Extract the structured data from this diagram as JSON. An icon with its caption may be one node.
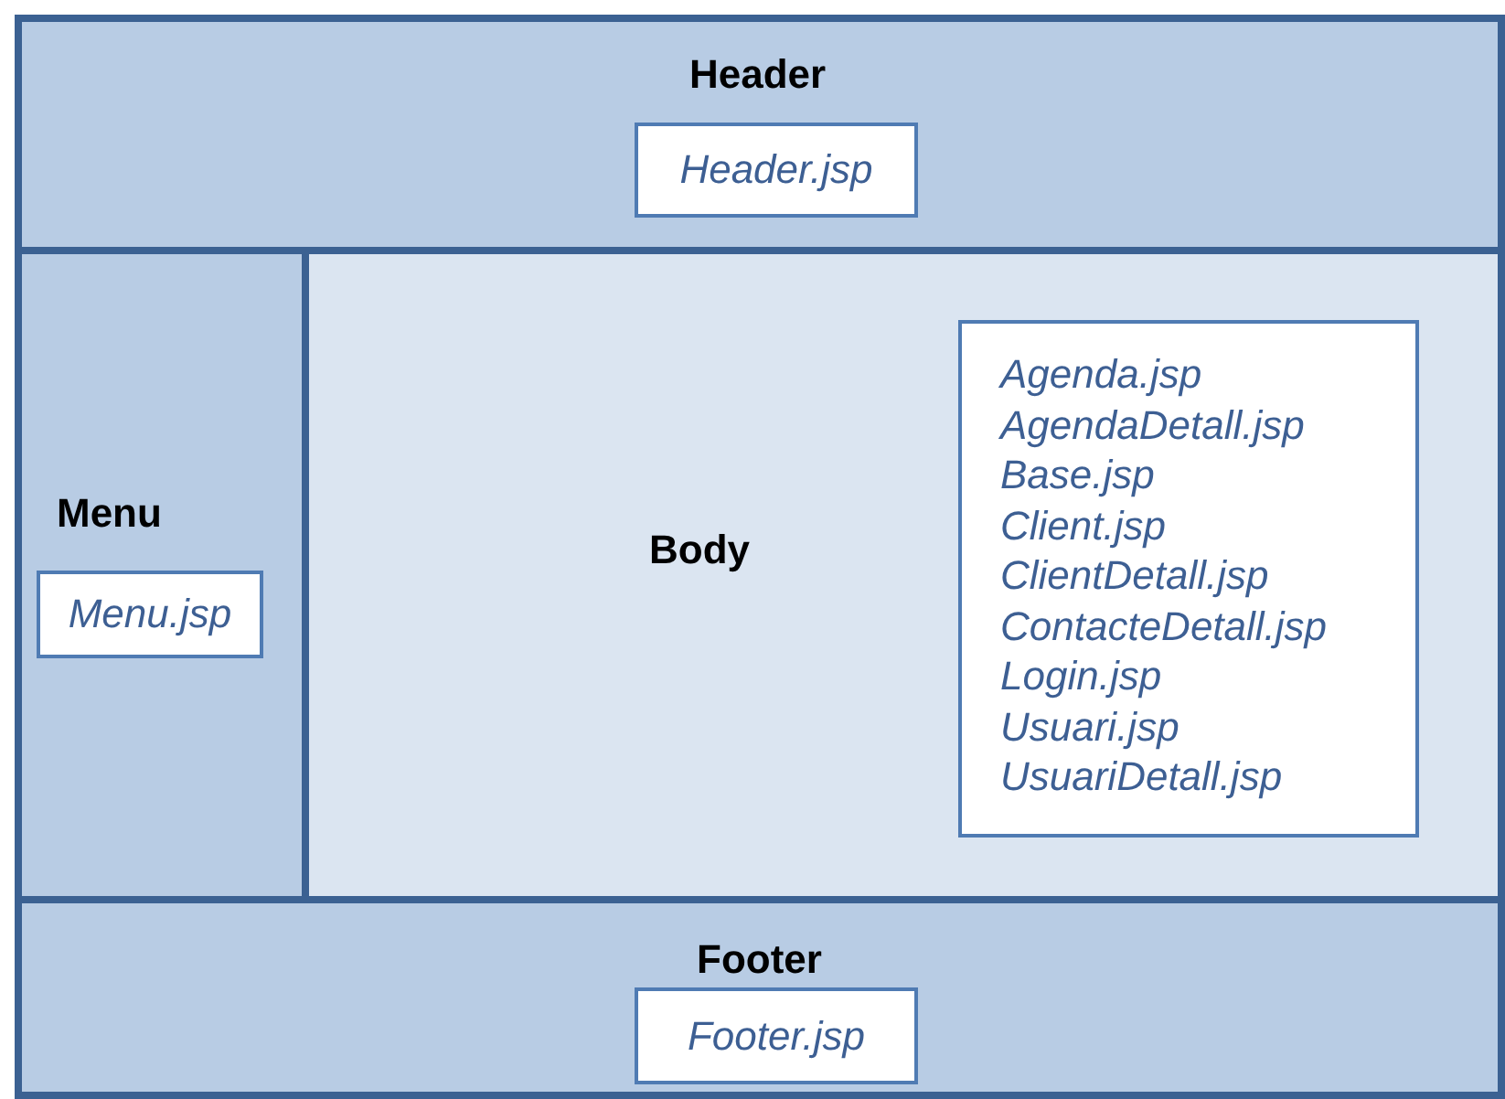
{
  "diagram": {
    "nodes": [
      {
        "text": [
          "Header"
        ]
      },
      {
        "text": [
          "Header.jsp"
        ],
        "in": 0
      },
      {
        "text": [
          "Menu"
        ]
      },
      {
        "text": [
          "Menu.jsp"
        ],
        "in": 2
      },
      {
        "text": [
          "Body"
        ]
      },
      {
        "text": [
          "Agenda.jsp",
          "AgendaDetall.jsp",
          "Base.jsp",
          "Client.jsp",
          "ClientDetall.jsp",
          "ContacteDetall.jsp",
          "Login.jsp",
          "Usuari.jsp",
          "UsuariDetall.jsp"
        ],
        "in": 4
      },
      {
        "text": [
          "Footer"
        ]
      },
      {
        "text": [
          "Footer.jsp"
        ],
        "in": 6
      }
    ]
  }
}
